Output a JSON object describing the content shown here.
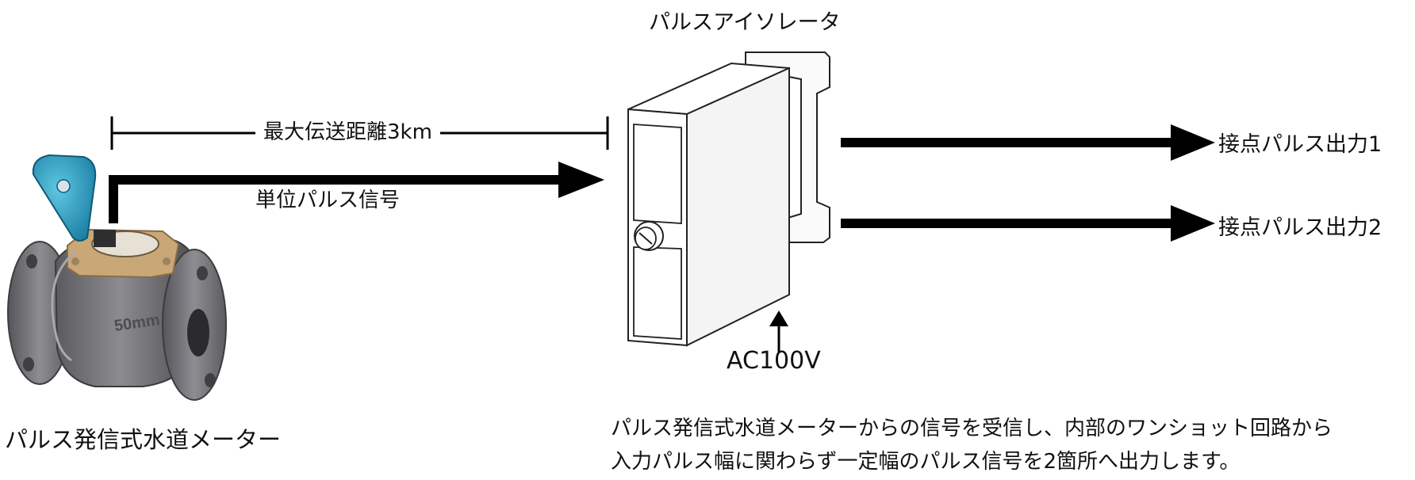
{
  "labels": {
    "isolator_title": "パルスアイソレータ",
    "distance": "最大伝送距離3km",
    "unit_signal": "単位パルス信号",
    "output1": "接点パルス出力1",
    "output2": "接点パルス出力2",
    "ac_power": "AC100V",
    "meter_name": "パルス発信式水道メーター"
  },
  "description": [
    "パルス発信式水道メーターからの信号を受信し、内部のワンショット回路から",
    "入力パルス幅に関わらず一定幅のパルス信号を2箇所へ出力します。"
  ],
  "meter_marking": "50mm",
  "colors": {
    "lid": "#2aa6c8",
    "brass": "#c9a777",
    "meter_body": "#6f6f73",
    "line": "#000000"
  }
}
